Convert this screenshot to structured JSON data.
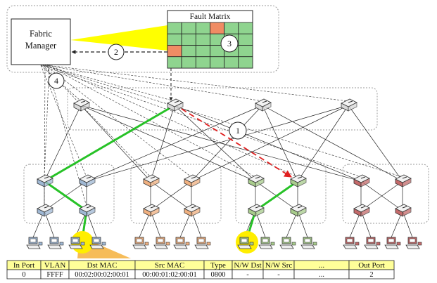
{
  "fabric_manager": {
    "line1": "Fabric",
    "line2": "Manager"
  },
  "fault_matrix": {
    "title": "Fault Matrix",
    "rows": 4,
    "cols": 6,
    "faulty_cells": [
      [
        0,
        3
      ],
      [
        2,
        0
      ]
    ],
    "colors": {
      "ok": "#8fd48f",
      "faulty": "#f08c64",
      "header": "#ffffff"
    }
  },
  "steps": [
    "1",
    "2",
    "3",
    "4"
  ],
  "link_colors": {
    "path": "#27c227",
    "fault_path": "#e02020",
    "highlight_cone": "#f5b547",
    "beam": "#ffff00",
    "host_ring": "#ffee00"
  },
  "pod_colors": [
    "#9fb8d4",
    "#f0b080",
    "#a8cc8c",
    "#c46a6a"
  ],
  "flow_table": {
    "header_fill": "#ffff99",
    "headers": [
      "In Port",
      "VLAN",
      "Dst MAC",
      "Src MAC",
      "Type",
      "N/W Dst",
      "N/W Src",
      "...",
      "Out Port"
    ],
    "row": [
      "0",
      "FFFF",
      "00:02:00:02:00:01",
      "00:00:01:02:00:01",
      "0800",
      "-",
      "-",
      "...",
      "2"
    ]
  }
}
